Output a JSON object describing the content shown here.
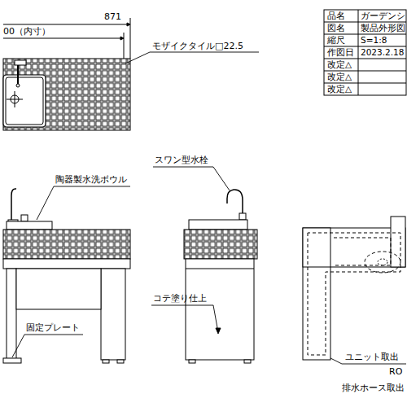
{
  "diagram": {
    "labels": [
      "871",
      "00（内寸）",
      "モザイクタイル□22.5",
      "品名",
      "ガーデンシ",
      "図名",
      "製品外形図",
      "縮尺",
      "S=1:8",
      "作図日",
      "2023.2.18",
      "改定△",
      "改定△",
      "改定△",
      "陶器製水洗ボウル",
      "スワン型水栓",
      "コテ塗り仕上",
      "固定プレート",
      "ユニット取出",
      "RO",
      "排水ホース取出"
    ]
  }
}
